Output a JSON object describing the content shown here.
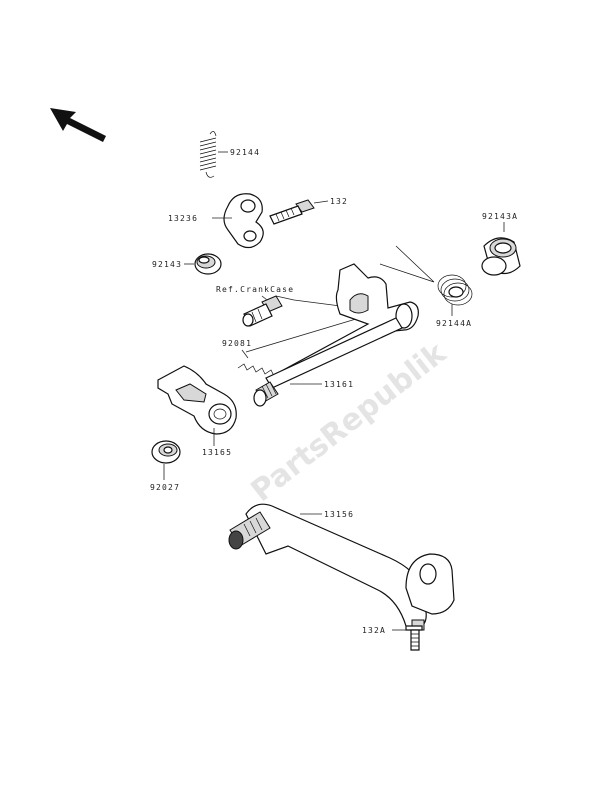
{
  "watermark": "PartsRepublik",
  "labels": {
    "p92144": "92144",
    "p132": "132",
    "p13236": "13236",
    "p92143": "92143",
    "p92143a": "92143A",
    "p92144a": "92144A",
    "ref": "Ref.CrankCase",
    "p92081": "92081",
    "p13161": "13161",
    "p13165": "13165",
    "p92027": "92027",
    "p13156": "13156",
    "p132b": "132A"
  },
  "colors": {
    "ink": "#111111",
    "fill": "#d8d8d8",
    "background": "#ffffff"
  },
  "icons": {
    "direction": "front-arrow-icon"
  }
}
